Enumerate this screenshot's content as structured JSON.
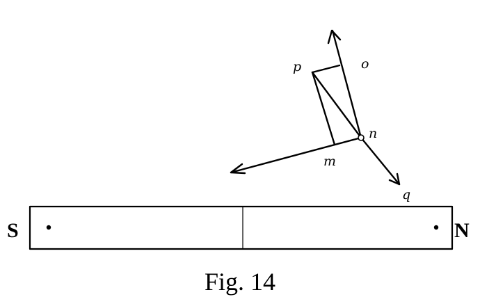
{
  "labels": {
    "p": "p",
    "o": "o",
    "n": "n",
    "m": "m",
    "q": "q",
    "south": "S",
    "north": "N"
  },
  "caption": "Fig. 14"
}
